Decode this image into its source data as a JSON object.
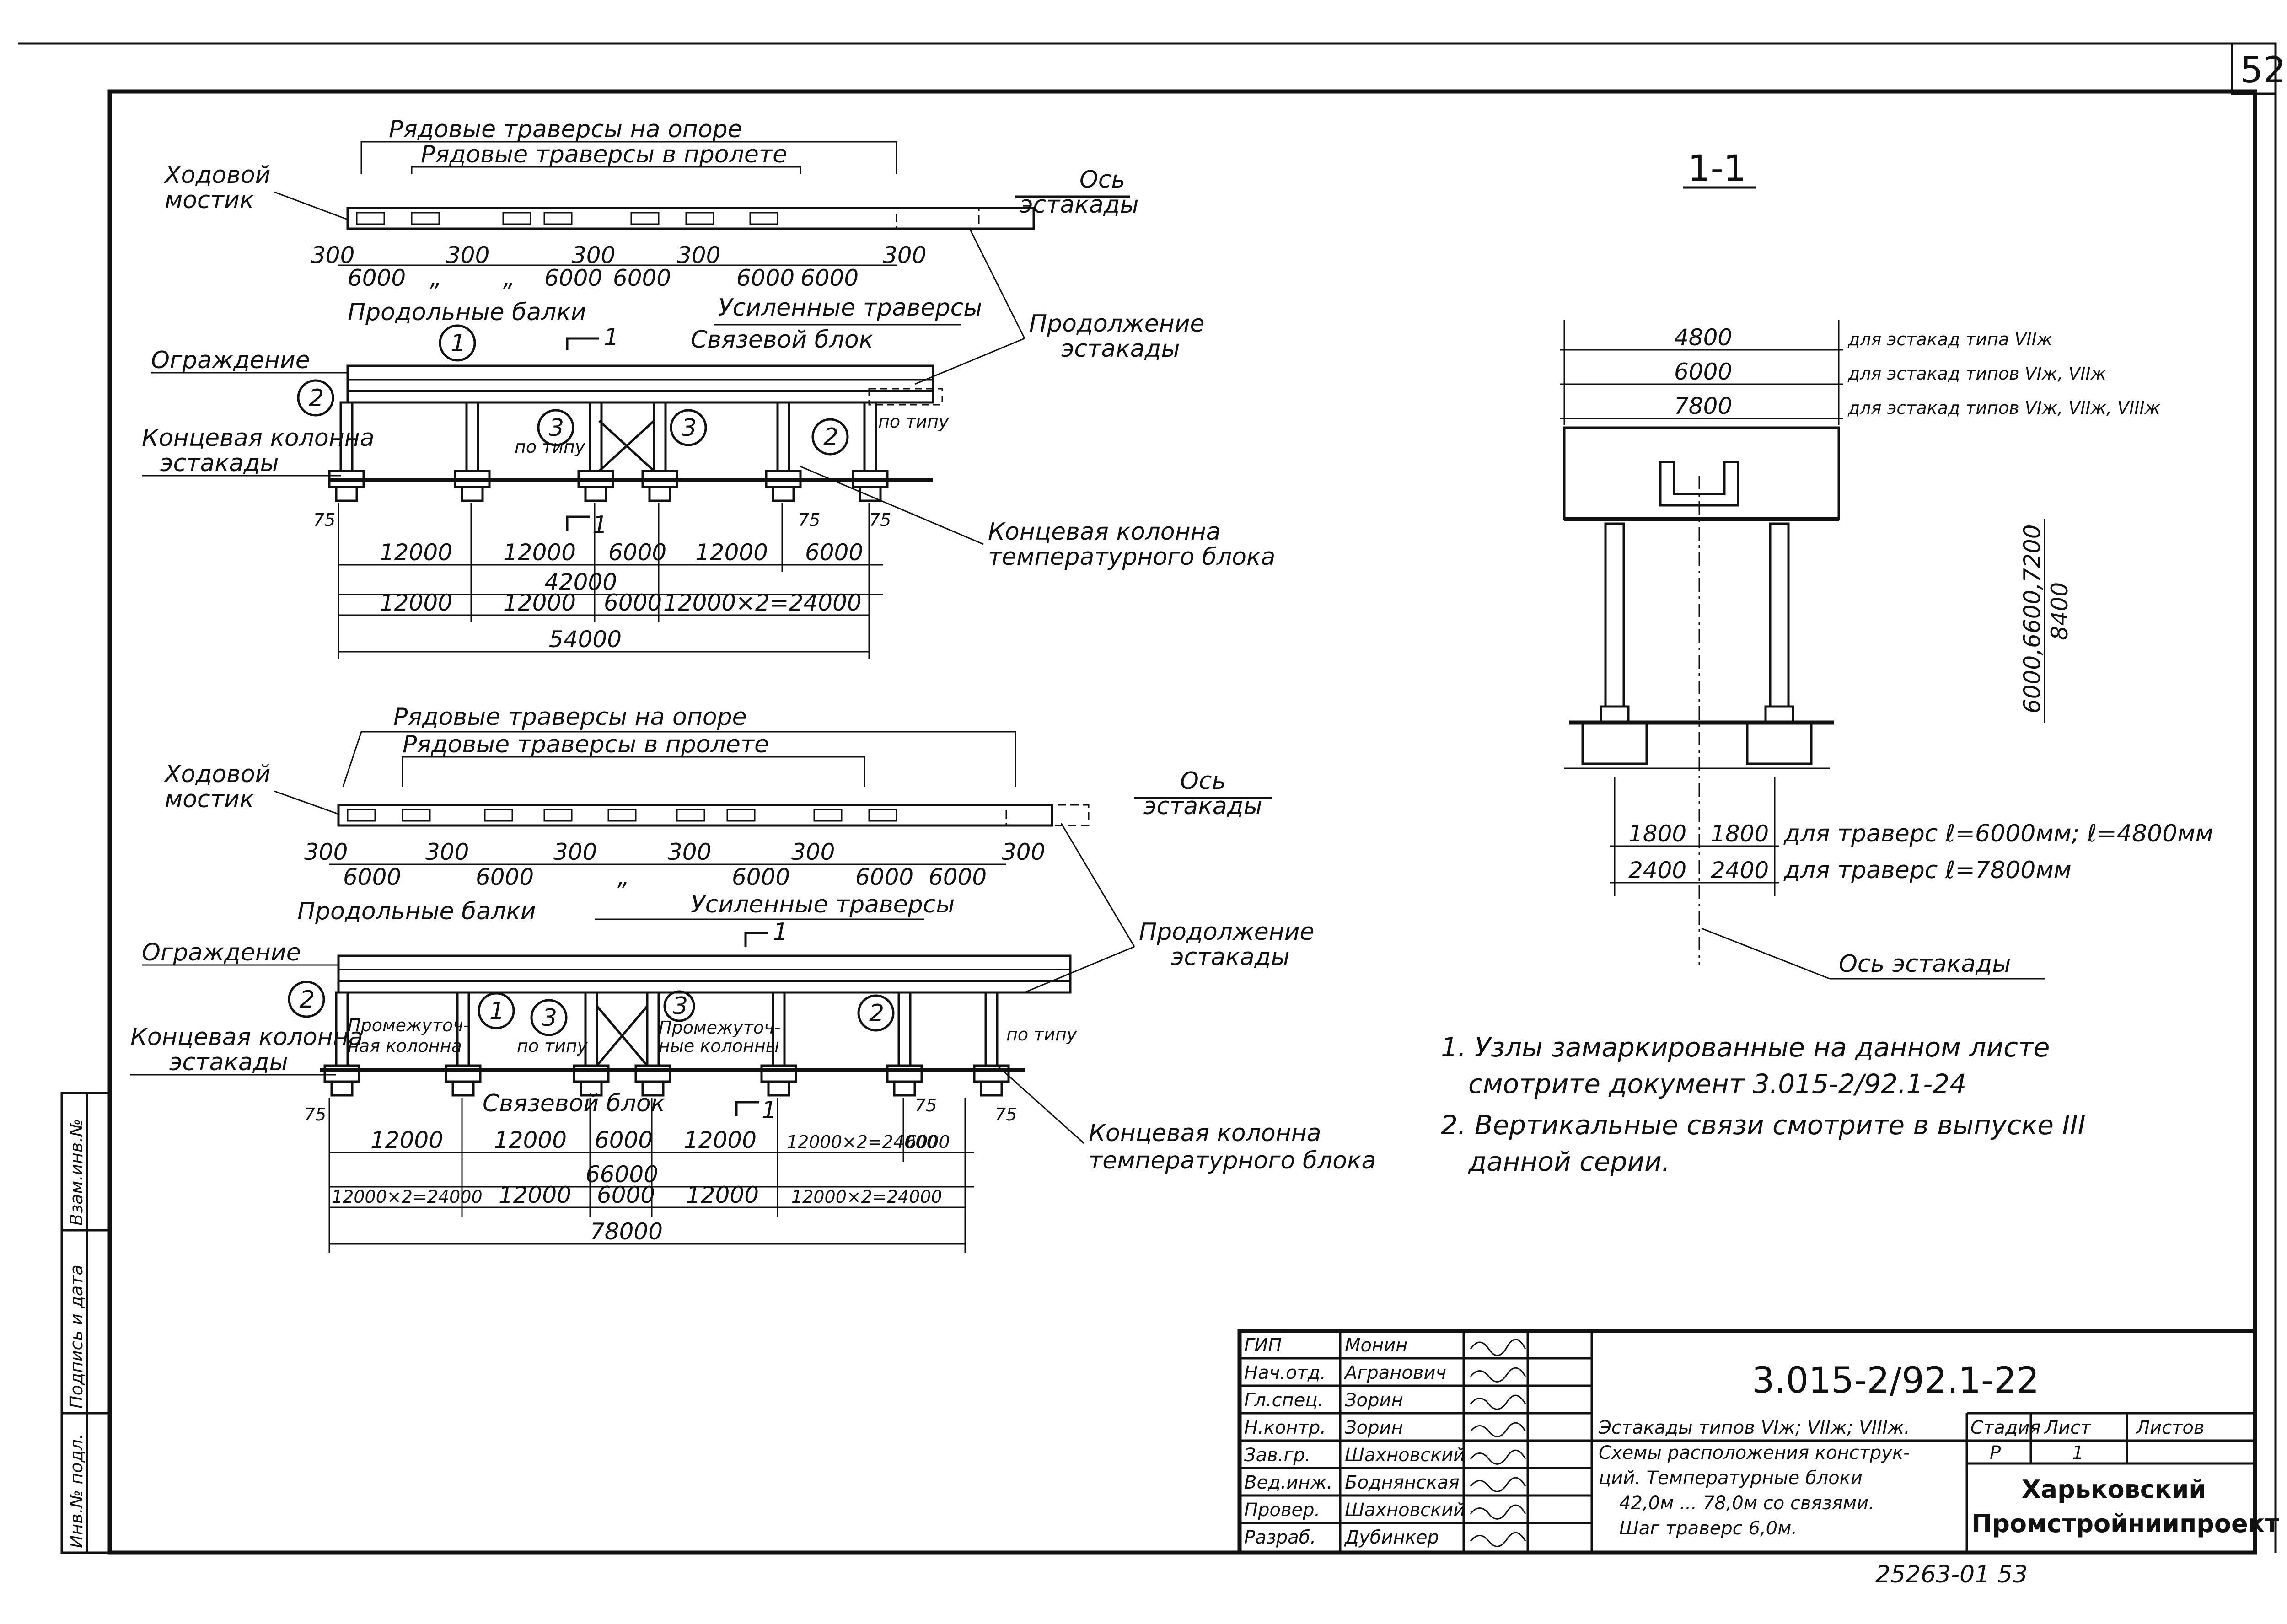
{
  "sheet": {
    "page_number": "52",
    "bottom_code": "25263-01  53"
  },
  "left_stamp": {
    "col1": "Инв.№ подл.",
    "col2": "Подпись и дата",
    "col3": "Взам.инв.№"
  },
  "plan1": {
    "trav_on_support": "Рядовые  траверсы  на  опоре",
    "trav_in_span": "Рядовые  траверсы  в  пролете",
    "walkway": "Ходовой",
    "walkway2": "мостик",
    "axis": "Ось",
    "axis2": "эстакады",
    "dims_top": [
      "300",
      "6000",
      "„",
      "300",
      "„",
      "6000",
      "300",
      "6000",
      "300",
      "6000",
      "6000",
      "300"
    ],
    "long_beams": "Продольные  балки",
    "reinforced": "Усиленные  траверсы",
    "continuation": "Продолжение",
    "continuation2": "эстакады",
    "fence": "Ограждение",
    "brace_block": "Связевой  блок",
    "section_mark": "1",
    "end_col": "Концевая колонна",
    "end_col2": "эстакады",
    "po_tipu": "по типу",
    "temp_col": "Концевая колонна",
    "temp_col2": "температурного блока",
    "circles": [
      "1",
      "2",
      "3",
      "3",
      "2"
    ],
    "dim_75a": "75",
    "dim_75b": "75",
    "dim_75c": "75",
    "dims_row1": [
      "12000",
      "12000",
      "6000",
      "12000",
      "6000"
    ],
    "dim_total1": "42000",
    "dims_row2": [
      "12000",
      "12000",
      "6000",
      "12000×2=24000"
    ],
    "dim_total2": "54000"
  },
  "plan2": {
    "trav_on_support": "Рядовые  траверсы  на  опоре",
    "trav_in_span": "Рядовые  траверсы  в  пролете",
    "walkway": "Ходовой",
    "walkway2": "мостик",
    "axis": "Ось",
    "axis2": "эстакады",
    "dims_top": [
      "300",
      "6000",
      "300",
      "6000",
      "300",
      "„",
      "300",
      "6000",
      "300",
      "6000",
      "6000",
      "300"
    ],
    "long_beams": "Продольные  балки",
    "reinforced": "Усиленные  траверсы",
    "continuation": "Продолжение",
    "continuation2": "эстакады",
    "fence": "Ограждение",
    "section_mark": "1",
    "end_col": "Концевая колонна",
    "end_col2": "эстакады",
    "intermediate1": "Промежуточ-",
    "intermediate1b": "ная колонна",
    "intermediate2": "Промежуточ-",
    "intermediate2b": "ные колонны",
    "brace_block": "Связевой блок",
    "po_tipu_a": "по типу",
    "po_tipu_b": "по типу",
    "temp_col": "Концевая колонна",
    "temp_col2": "температурного блока",
    "circles": [
      "2",
      "1",
      "3",
      "3",
      "2"
    ],
    "dim_75a": "75",
    "dim_75b": "75",
    "dim_75c": "75",
    "dims_row1": [
      "12000",
      "12000",
      "6000",
      "12000",
      "12000×2=24000",
      "6000"
    ],
    "dim_total1": "66000",
    "dims_row2": [
      "12000×2=24000",
      "12000",
      "6000",
      "12000",
      "12000×2=24000"
    ],
    "dim_total2": "78000"
  },
  "section": {
    "title": "1-1",
    "dim_a": "4800",
    "dim_b": "6000",
    "dim_c": "7800",
    "note_a": "для эстакад типа VIIж",
    "note_b": "для эстакад типов VIж, VIIж",
    "note_c": "для эстакад типов VIж, VIIж, VIIIж",
    "height_1": "6000,6600,7200",
    "height_2": "8400",
    "dim_1800a": "1800",
    "dim_1800b": "1800",
    "note_1800": "для траверс ℓ=6000мм; ℓ=4800мм",
    "dim_2400a": "2400",
    "dim_2400b": "2400",
    "note_2400": "для траверс ℓ=7800мм",
    "axis_label": "Ось эстакады"
  },
  "notes": {
    "n1a": "1. Узлы замаркированные на данном листе",
    "n1b": "смотрите документ 3.015-2/92.1-24",
    "n2a": "2. Вертикальные связи смотрите в выпуске III",
    "n2b": "данной серии."
  },
  "title_block": {
    "doc_code": "3.015-2/92.1-22",
    "roles": [
      "ГИП",
      "Нач.отд.",
      "Гл.спец.",
      "Н.контр.",
      "Зав.гр.",
      "Вед.инж.",
      "Провер.",
      "Разраб."
    ],
    "names": [
      "Монин",
      "Агранович",
      "Зорин",
      "Зорин",
      "Шахновский",
      "Боднянская",
      "Шахновский",
      "Дубинкер"
    ],
    "desc1": "Эстакады типов VIж; VIIж; VIIIж.",
    "desc2": "Схемы расположения конструк-",
    "desc3": "ций. Температурные блоки",
    "desc4": "42,0м ... 78,0м со связями.",
    "desc5": "Шаг  траверс  6,0м.",
    "stage_h": "Стадия",
    "sheet_h": "Лист",
    "sheets_h": "Листов",
    "stage_v": "Р",
    "sheet_v": "1",
    "org1": "Харьковский",
    "org2": "Промстройниипроект"
  }
}
